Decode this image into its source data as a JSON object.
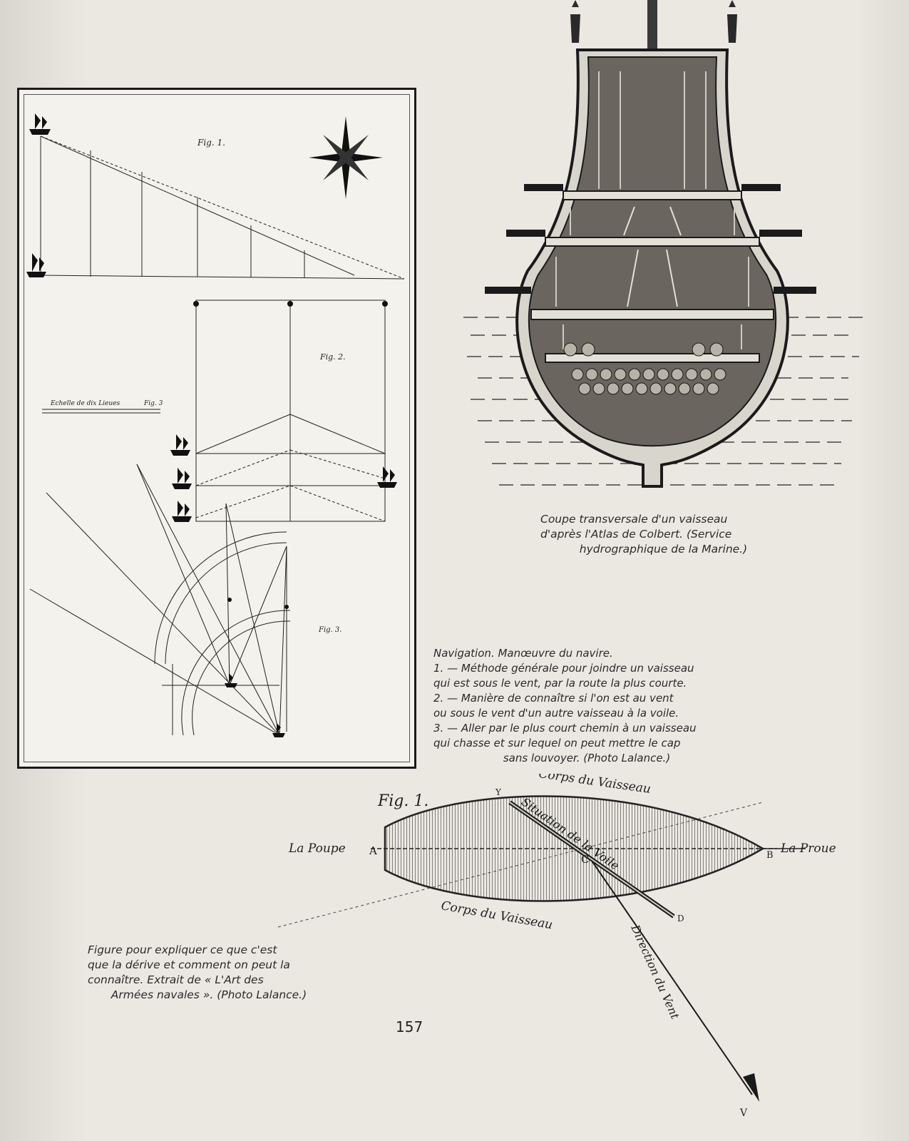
{
  "captions": {
    "hull": {
      "lines": [
        "Coupe transversale d'un vaisseau",
        "d'après l'Atlas de Colbert. (Service",
        "hydrographique de la Marine.)"
      ]
    },
    "navigation": {
      "lines": [
        "Navigation. Manœuvre du navire.",
        "1. — Méthode générale pour joindre un vaisseau",
        "qui est sous le vent, par la route la plus courte.",
        "2. — Manière de connaître si l'on est au vent",
        "ou sous le vent d'un autre vaisseau à la voile.",
        "3. — Aller par le plus court chemin à un vaisseau",
        "qui chasse et sur lequel on peut mettre le cap",
        "sans louvoyer. (Photo Lalance.)"
      ]
    },
    "derive": {
      "lines": [
        "Figure pour expliquer ce que c'est",
        "que la dérive et comment on peut la",
        "connaître. Extrait de « L'Art des",
        "Armées navales ». (Photo Lalance.)"
      ]
    }
  },
  "page_number": "157",
  "plate_labels": {
    "fig1": "Fig. 1.",
    "fig2": "Fig. 2.",
    "fig3": "Fig. 3",
    "scale": "Echelle de dix Lieues"
  },
  "derive_figure": {
    "fig_label": "Fig. 1.",
    "la_poupe": "La Poupe",
    "la_proue": "La Proue",
    "corps_top": "Corps du Vaisseau",
    "corps_bottom": "Corps du Vaisseau",
    "situation": "Situation de la Voile",
    "direction": "Direction du Vent",
    "point_a": "A",
    "point_b": "B",
    "point_c": "C",
    "point_d": "D",
    "point_y": "Y",
    "point_v": "V"
  }
}
